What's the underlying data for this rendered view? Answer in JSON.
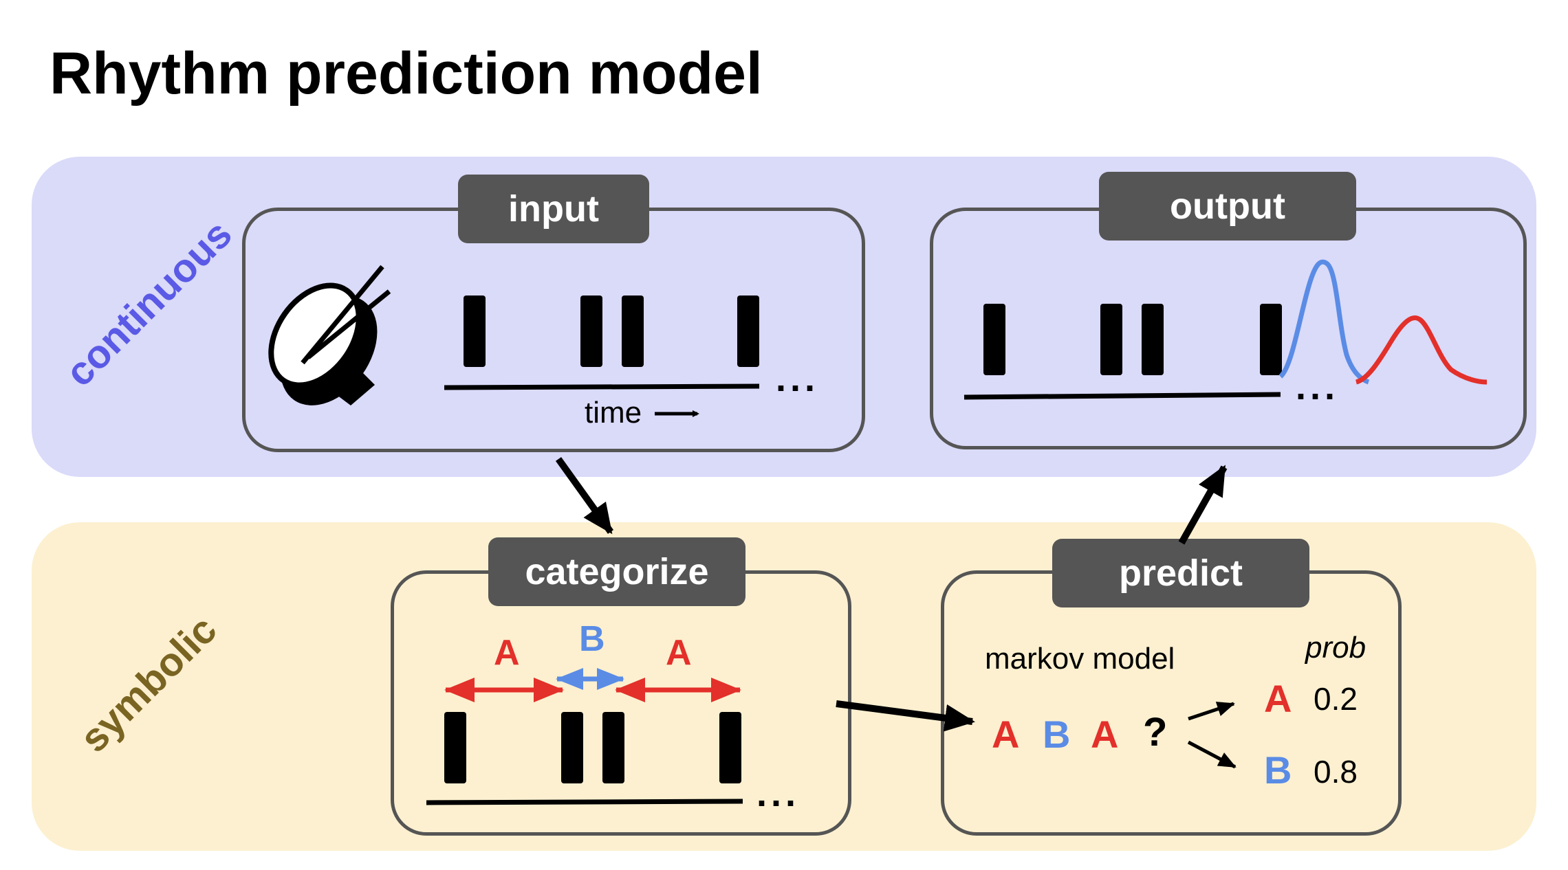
{
  "title": "Rhythm prediction model",
  "bands": {
    "continuous": "continuous",
    "symbolic": "symbolic"
  },
  "boxes": {
    "input": {
      "header": "input",
      "time_label": "time",
      "ellipsis": "..."
    },
    "output": {
      "header": "output",
      "ellipsis": "..."
    },
    "categorize": {
      "header": "categorize",
      "ellipsis": "...",
      "intervals": [
        "A",
        "B",
        "A"
      ]
    },
    "predict": {
      "header": "predict",
      "model_label": "markov model",
      "sequence": [
        "A",
        "B",
        "A"
      ],
      "query": "?",
      "prob_label": "prob",
      "outcomes": [
        {
          "symbol": "A",
          "prob": "0.2"
        },
        {
          "symbol": "B",
          "prob": "0.8"
        }
      ]
    }
  },
  "colors": {
    "A": "#e3302a",
    "B": "#5a8ce6",
    "continuous_band": "#dadaf9",
    "symbolic_band": "#fcf0d0",
    "header": "#555555"
  },
  "icons": [
    "drum-icon"
  ]
}
